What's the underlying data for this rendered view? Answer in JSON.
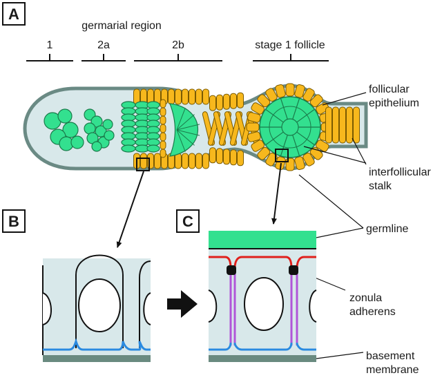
{
  "panels": {
    "a": "A",
    "b": "B",
    "c": "C"
  },
  "regions": {
    "title": "germarial region",
    "r1": "1",
    "r2a": "2a",
    "r2b": "2b",
    "stage1": "stage 1 follicle"
  },
  "callouts": {
    "follicular_1": "follicular",
    "follicular_2": "epithelium",
    "interfollicular_1": "interfollicular",
    "interfollicular_2": "stalk",
    "germline": "germline",
    "zonula_1": "zonula",
    "zonula_2": "adherens",
    "basement_1": "basement",
    "basement_2": "membrane"
  },
  "colors": {
    "germline_green": "#33e08f",
    "follicle_yellow": "#f7b81d",
    "cytoplasm": "#d8e8ea",
    "sheath": "#6a8a84",
    "apical_red": "#e0201c",
    "basal_blue": "#2a8ae0",
    "lateral_purple": "#b055d8",
    "basement": "#6a8a80"
  }
}
